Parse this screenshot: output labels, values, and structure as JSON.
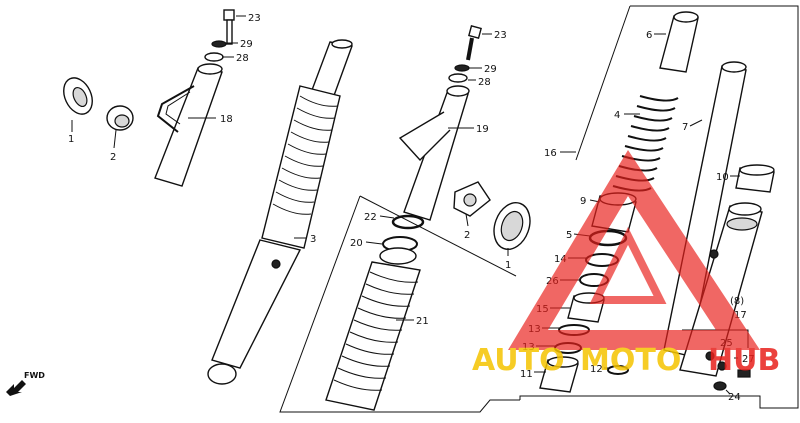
{
  "callouts": [
    {
      "id": "c1a",
      "text": "1"
    },
    {
      "id": "c2a",
      "text": "2"
    },
    {
      "id": "c18",
      "text": "18"
    },
    {
      "id": "c23a",
      "text": "23"
    },
    {
      "id": "c29a",
      "text": "29"
    },
    {
      "id": "c28a",
      "text": "28"
    },
    {
      "id": "c3",
      "text": "3"
    },
    {
      "id": "c23b",
      "text": "23"
    },
    {
      "id": "c29b",
      "text": "29"
    },
    {
      "id": "c28b",
      "text": "28"
    },
    {
      "id": "c19",
      "text": "19"
    },
    {
      "id": "c22",
      "text": "22"
    },
    {
      "id": "c20",
      "text": "20"
    },
    {
      "id": "c2b",
      "text": "2"
    },
    {
      "id": "c1b",
      "text": "1"
    },
    {
      "id": "c21",
      "text": "21"
    },
    {
      "id": "c6",
      "text": "6"
    },
    {
      "id": "c4",
      "text": "4"
    },
    {
      "id": "c16",
      "text": "16"
    },
    {
      "id": "c7",
      "text": "7"
    },
    {
      "id": "c10",
      "text": "10"
    },
    {
      "id": "c9",
      "text": "9"
    },
    {
      "id": "c5",
      "text": "5"
    },
    {
      "id": "c14",
      "text": "14"
    },
    {
      "id": "c26",
      "text": "26"
    },
    {
      "id": "c15",
      "text": "15"
    },
    {
      "id": "c13a",
      "text": "13"
    },
    {
      "id": "c13b",
      "text": "13"
    },
    {
      "id": "c11",
      "text": "11"
    },
    {
      "id": "c12",
      "text": "12"
    },
    {
      "id": "c8",
      "text": "(8)"
    },
    {
      "id": "c17",
      "text": "17"
    },
    {
      "id": "c25",
      "text": "25"
    },
    {
      "id": "c27",
      "text": "27"
    },
    {
      "id": "c24",
      "text": "24"
    }
  ],
  "fwd_label": "FWD",
  "watermark": {
    "text_left": "AUTO",
    "text_mid": "MOTO",
    "text_right": "HUB",
    "red": "#e8201c",
    "yellow": "#f5c400"
  }
}
